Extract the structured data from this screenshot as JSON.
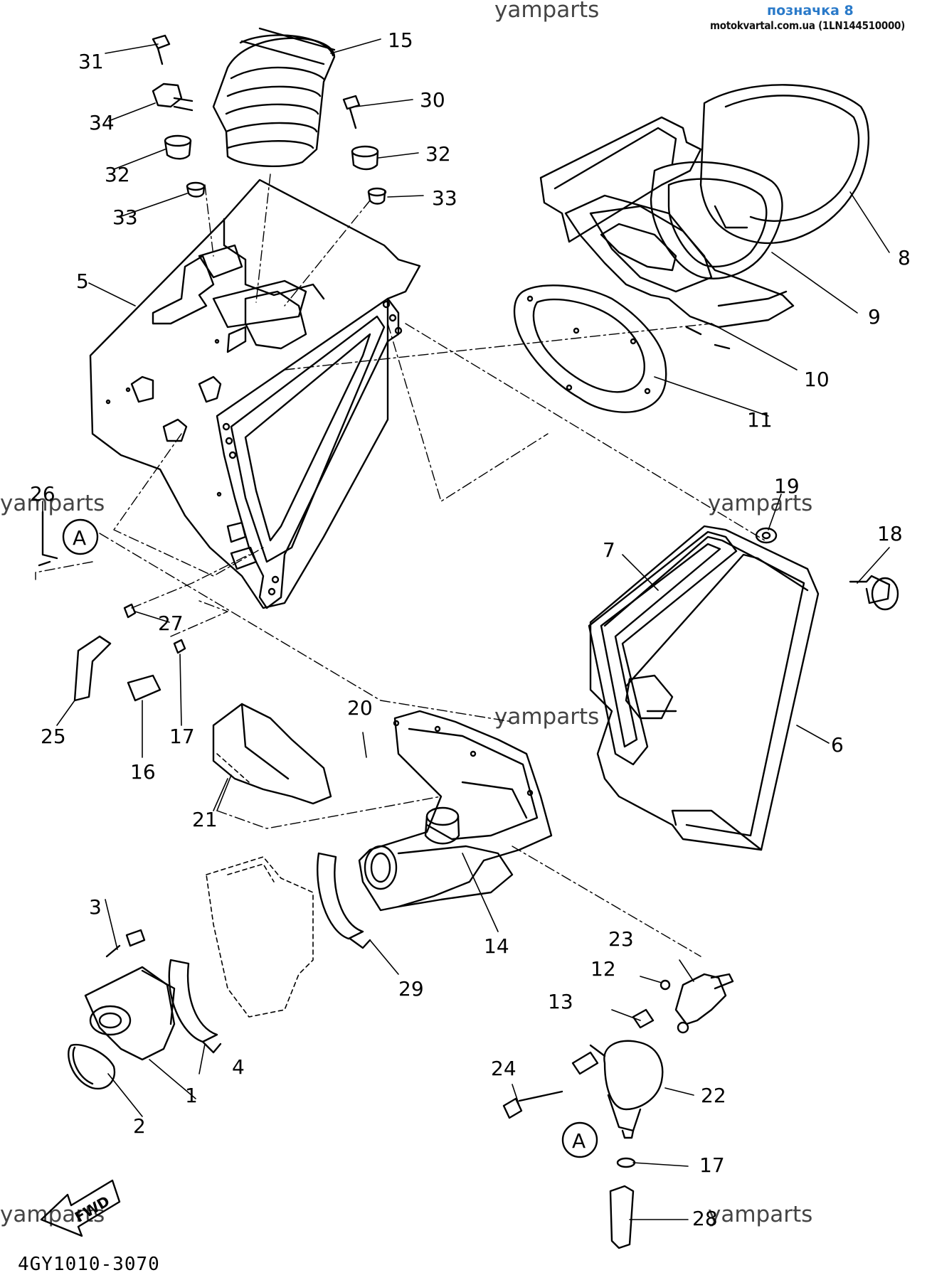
{
  "header": {
    "title": "позначка 8",
    "subtitle": "motokvartal.com.ua (1LN144510000)"
  },
  "watermark": "yamparts",
  "document_number": "4GY1010-3070",
  "fwd_label": "FWD",
  "callout_label": "A",
  "part_numbers": [
    "1",
    "2",
    "3",
    "4",
    "5",
    "6",
    "7",
    "8",
    "9",
    "10",
    "11",
    "12",
    "13",
    "14",
    "15",
    "16",
    "17",
    "18",
    "19",
    "20",
    "21",
    "22",
    "23",
    "24",
    "25",
    "26",
    "27",
    "28",
    "29",
    "30",
    "31",
    "32",
    "33",
    "34"
  ]
}
